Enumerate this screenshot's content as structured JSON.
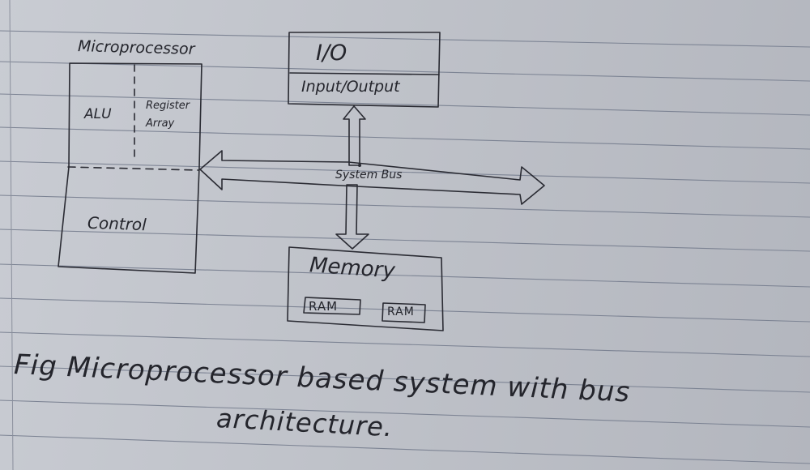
{
  "diagram": {
    "microprocessor": {
      "title": "Microprocessor",
      "alu": "ALU",
      "register_line1": "Register",
      "register_line2": "Array",
      "control": "Control"
    },
    "io_box": {
      "title": "I/O",
      "subtitle": "Input/Output"
    },
    "system_bus": "System Bus",
    "memory_box": {
      "title": "Memory",
      "chips": [
        "RAM",
        "RAM"
      ]
    }
  },
  "caption": {
    "line1": "Fig Microprocessor based system with bus",
    "line2": "architecture."
  },
  "colors": {
    "ink": "#2a2b33",
    "paper": "#c5c8cf",
    "rule": "#7c8393"
  }
}
